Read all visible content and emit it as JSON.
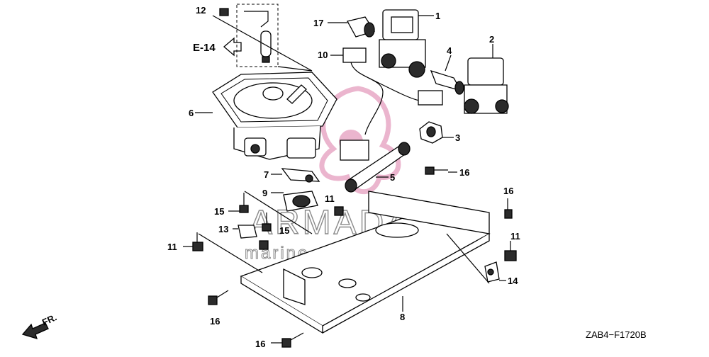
{
  "diagram": {
    "ref_code": "ZAB4−F1720B",
    "ref_arrow_label": "E-14",
    "fr_label": "FR.",
    "callouts": {
      "c1": "1",
      "c2": "2",
      "c3": "3",
      "c4": "4",
      "c5": "5",
      "c6": "6",
      "c7": "7",
      "c8": "8",
      "c9": "9",
      "c10": "10",
      "c11a": "11",
      "c11b": "11",
      "c11c": "11",
      "c12": "12",
      "c13": "13",
      "c14": "14",
      "c15a": "15",
      "c15b": "15",
      "c16a": "16",
      "c16b": "16",
      "c16c": "16",
      "c16d": "16",
      "c17": "17"
    }
  },
  "watermark": {
    "brand": "ARMADA",
    "tagline": "marine outboards",
    "logo_color": "#e8a9c6"
  }
}
